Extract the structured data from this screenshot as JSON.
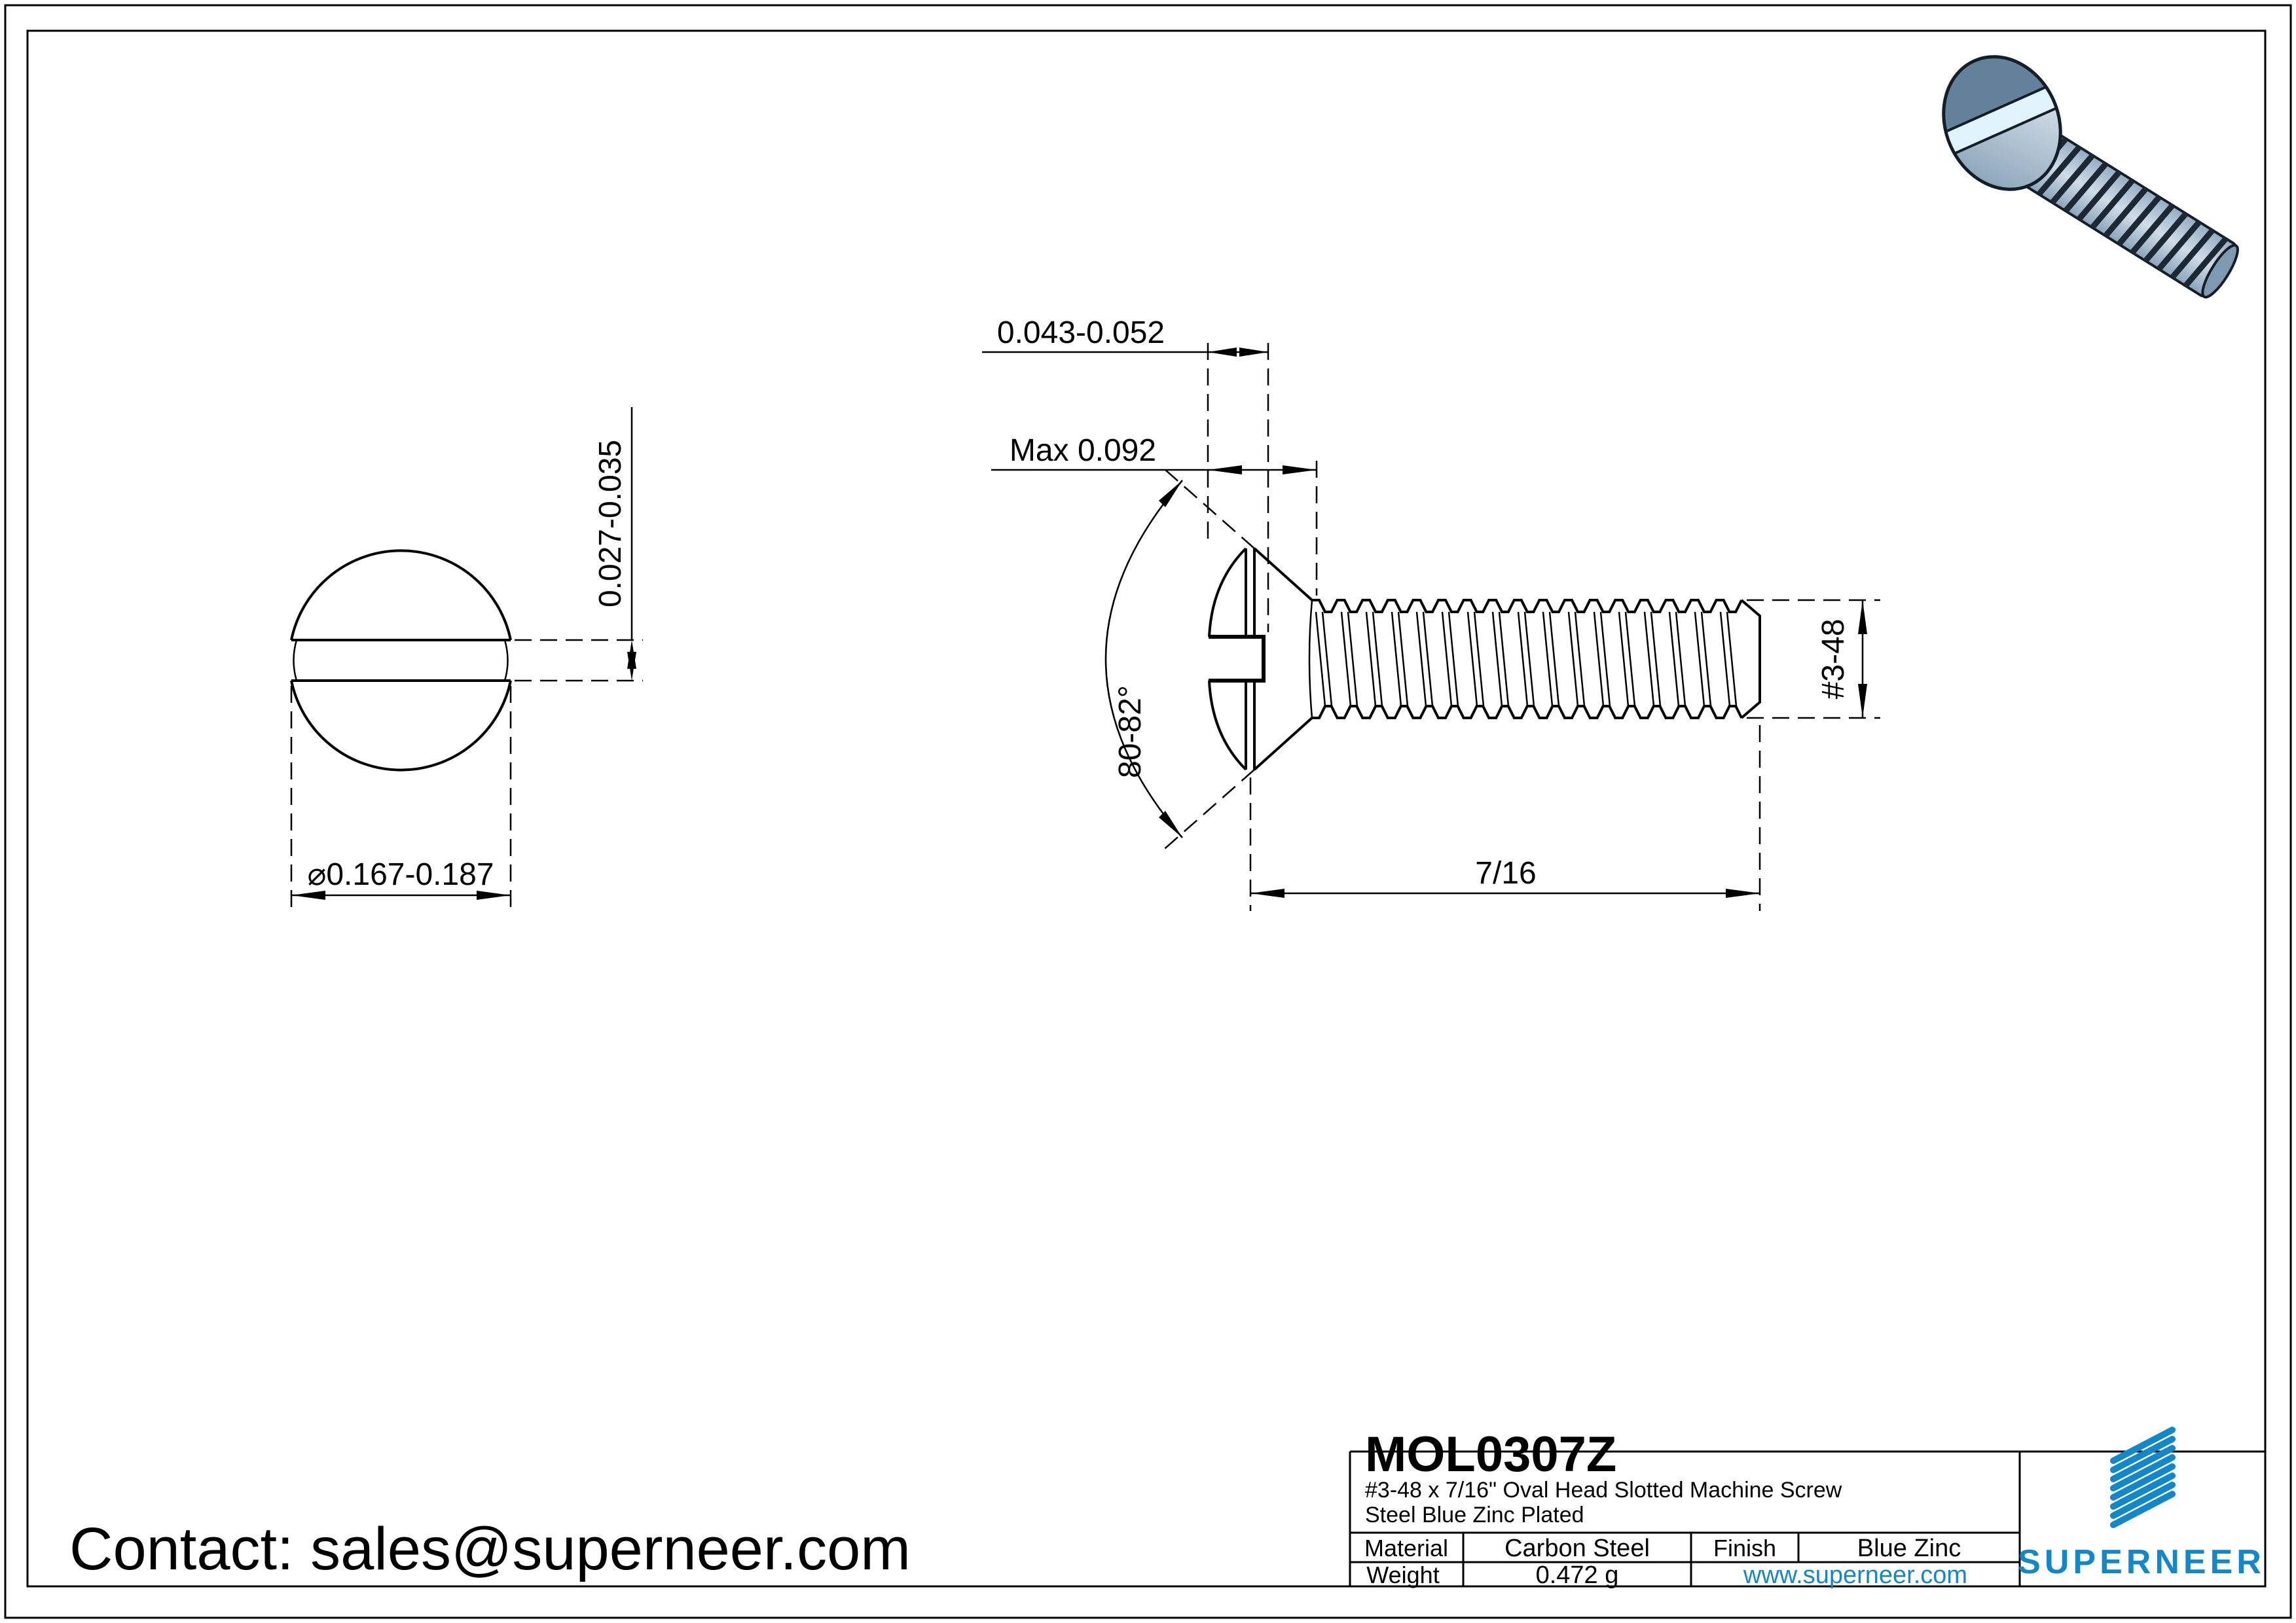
{
  "drawing": {
    "front_view": {
      "dim_slot_width": "0.027-0.035",
      "dim_head_diameter": "⌀0.167-0.187"
    },
    "side_view": {
      "dim_slot_depth": "0.043-0.052",
      "dim_head_height": "Max 0.092",
      "dim_head_angle": "80-82°",
      "dim_length": "7/16",
      "dim_thread_size": "#3-48"
    }
  },
  "title_block": {
    "part_number": "MOL0307Z",
    "description_line1": "#3-48 x 7/16\" Oval Head Slotted Machine Screw",
    "description_line2": "Steel Blue Zinc Plated",
    "material_label": "Material",
    "material_value": "Carbon Steel",
    "finish_label": "Finish",
    "finish_value": "Blue Zinc",
    "weight_label": "Weight",
    "weight_value": "0.472 g",
    "website": "www.superneer.com",
    "brand": "SUPERNEER"
  },
  "footer": {
    "contact": "Contact: sales@superneer.com"
  },
  "colors": {
    "accent": "#1487c8",
    "line": "#000000",
    "steel_dark": "#64819c",
    "steel_mid": "#8fa9c2",
    "steel_light": "#c9d9e8",
    "slot_highlight": "#e2f4fb"
  }
}
